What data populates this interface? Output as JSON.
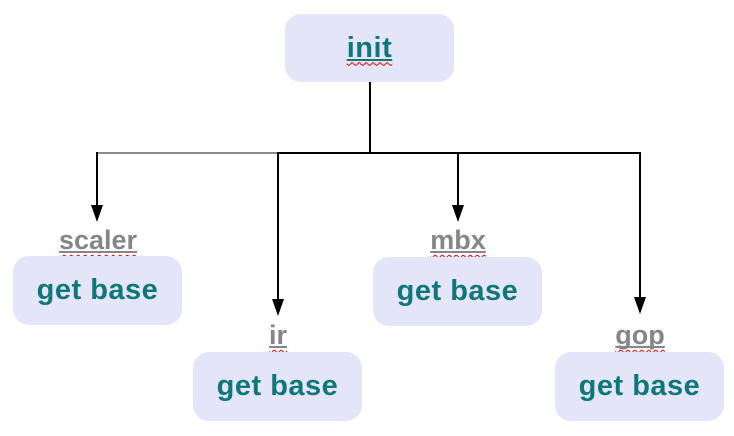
{
  "diagram": {
    "root": {
      "label": "init"
    },
    "children": [
      {
        "name": "scaler",
        "action": "get base"
      },
      {
        "name": "ir",
        "action": "get base"
      },
      {
        "name": "mbx",
        "action": "get base"
      },
      {
        "name": "gop",
        "action": "get base"
      }
    ]
  },
  "colors": {
    "node_fill": "#e5e5f9",
    "node_text": "#0e7878",
    "label_text": "#868686",
    "connector": "#000000",
    "connector_light": "#8a8a8a",
    "spellcheck_underline": "#dd0000"
  }
}
